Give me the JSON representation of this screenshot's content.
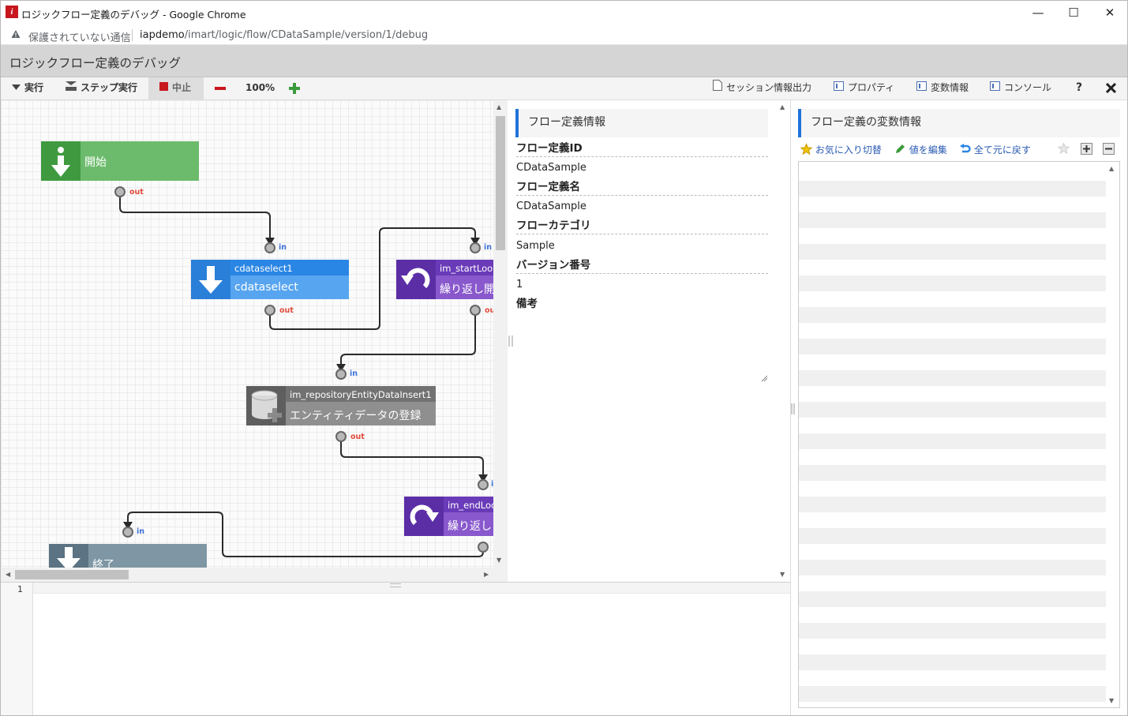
{
  "window": {
    "title": "ロジックフロー定義のデバッグ - Google Chrome",
    "app_icon": "i",
    "minimize": "—",
    "maximize": "☐",
    "close": "✕"
  },
  "address": {
    "insecure": "保護されていない通信",
    "host": "iapdemo",
    "path": "/imart/logic/flow/CDataSample/version/1/debug"
  },
  "page": {
    "title": "ロジックフロー定義のデバッグ"
  },
  "toolbar": {
    "run": "実行",
    "step_run": "ステップ実行",
    "stop": "中止",
    "zoom": "100%",
    "session_export": "セッション情報出力",
    "properties": "プロパティ",
    "variables": "変数情報",
    "console": "コンソール",
    "help": "?"
  },
  "flow": {
    "start": {
      "label": "開始",
      "out": "out",
      "color": "#6cbb6c"
    },
    "cdataselect": {
      "id": "cdataselect1",
      "label": "cdataselect",
      "in": "in",
      "out": "out",
      "color": "#3f95ec"
    },
    "start_loop": {
      "id": "im_startLoop",
      "label": "繰り返し開",
      "in": "in",
      "out": "ou",
      "color": "#7b4cc3"
    },
    "repo_insert": {
      "id": "im_repositoryEntityDataInsert1",
      "label": "エンティティデータの登録",
      "in": "in",
      "out": "out",
      "color": "#8a8a8a"
    },
    "end_loop": {
      "id": "im_endLoo",
      "label": "繰り返し",
      "in": "i",
      "color": "#7b4cc3"
    },
    "end": {
      "label": "終了",
      "in": "in",
      "color": "#7f97a4"
    }
  },
  "flow_info": {
    "heading": "フロー定義情報",
    "items": [
      {
        "label": "フロー定義ID",
        "value": "CDataSample"
      },
      {
        "label": "フロー定義名",
        "value": "CDataSample"
      },
      {
        "label": "フローカテゴリ",
        "value": "Sample"
      },
      {
        "label": "バージョン番号",
        "value": "1"
      },
      {
        "label": "備考",
        "value": ""
      }
    ]
  },
  "variables_panel": {
    "heading": "フロー定義の変数情報",
    "toggle_favorite": "お気に入り切替",
    "edit_value": "値を編集",
    "reset_all": "全て元に戻す"
  },
  "console": {
    "line_number": "1"
  }
}
